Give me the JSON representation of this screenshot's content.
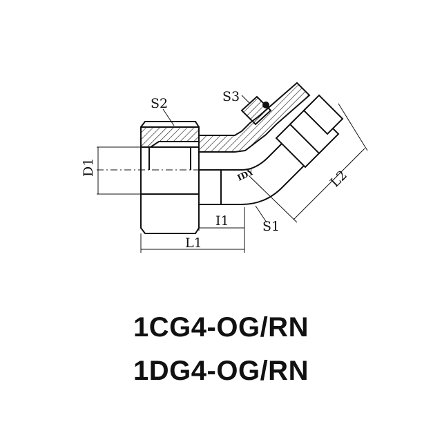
{
  "diagram": {
    "type": "technical drawing",
    "subject": "45° swivel elbow hydraulic fitting",
    "labels": {
      "s1": "S1",
      "s2": "S2",
      "s3": "S3",
      "d1": "D1",
      "l1": "L1",
      "l2": "L2",
      "i1": "I1",
      "brand": "IDY"
    }
  },
  "part_numbers": [
    "1CG4-OG/RN",
    "1DG4-OG/RN"
  ],
  "colors": {
    "line": "#111111",
    "background": "#ffffff"
  }
}
